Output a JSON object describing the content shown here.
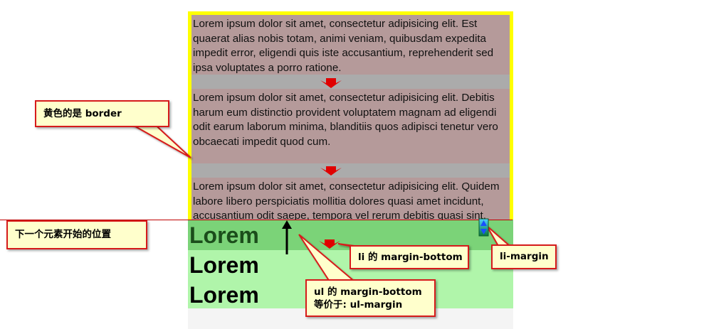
{
  "list_items": [
    "Lorem ipsum dolor sit amet, consectetur adipisicing elit. Est quaerat alias nobis totam, animi veniam, quibusdam expedita impedit error, eligendi quis iste accusantium, reprehenderit sed ipsa voluptates a porro ratione.",
    "Lorem ipsum dolor sit amet, consectetur adipisicing elit. Debitis harum eum distinctio provident voluptatem magnam ad eligendi odit earum laborum minima, blanditiis quos adipisci tenetur vero obcaecati impedit quod cum.",
    "Lorem ipsum dolor sit amet, consectetur adipisicing elit. Quidem labore libero perspiciatis mollitia dolores quasi amet incidunt, accusantium odit saepe, tempora vel rerum debitis quasi sint, sapiente esse error maxime!"
  ],
  "next_elements": [
    "Lorem",
    "Lorem",
    "Lorem"
  ],
  "annotations": {
    "border": "黄色的是 border",
    "next_start": "下一个元素开始的位置",
    "li_margin_bottom": "li 的 margin-bottom",
    "li_margin": "li-margin",
    "ul_margin_line1": "ul 的 margin-bottom",
    "ul_margin_line2": "等价于: ul-margin"
  },
  "colors": {
    "border": "#ffff00",
    "li_background": "#b59a9a",
    "ul_background": "#ababab",
    "next_background": "#b0f5aa",
    "callout_background": "#ffffcc",
    "callout_border": "#d61b1b",
    "arrow": "#e00000"
  }
}
